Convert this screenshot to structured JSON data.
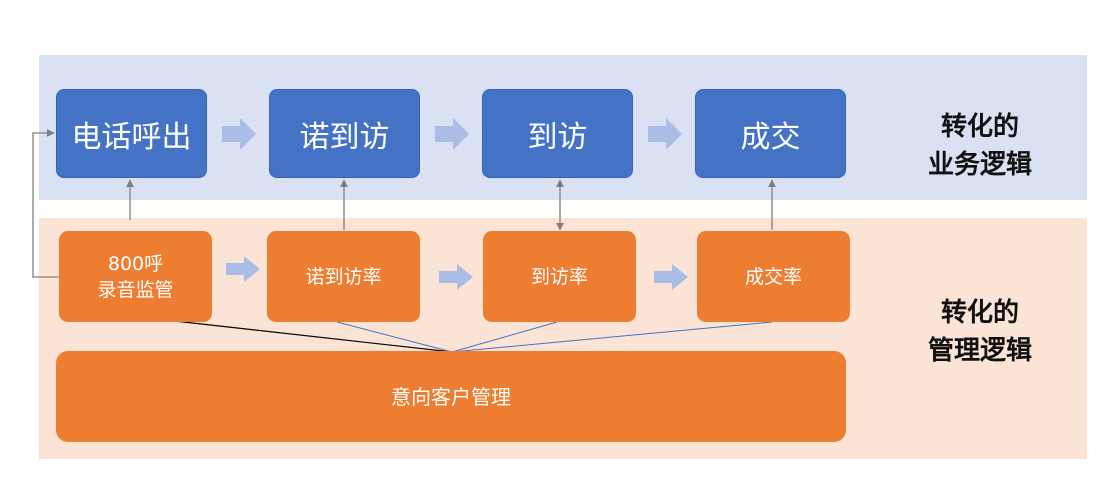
{
  "business_row": {
    "steps": [
      "电话呼出",
      "诺到访",
      "到访",
      "成交"
    ],
    "label_line1": "转化的",
    "label_line2": "业务逻辑"
  },
  "management_row": {
    "steps": [
      {
        "line1": "800呼",
        "line2": "录音监管"
      },
      {
        "line1": "诺到访率"
      },
      {
        "line1": "到访率"
      },
      {
        "line1": "成交率"
      }
    ],
    "crm": "意向客户管理",
    "label_line1": "转化的",
    "label_line2": "管理逻辑"
  },
  "colors": {
    "business_band": "#d9e1f2",
    "management_band": "#fbe4d6",
    "blue_box": "#4472c4",
    "orange_box": "#ed7d31",
    "arrow": "#a9bde6",
    "connector_gray": "#7f7f7f",
    "connector_blue": "#4472c4",
    "connector_black": "#000000"
  }
}
